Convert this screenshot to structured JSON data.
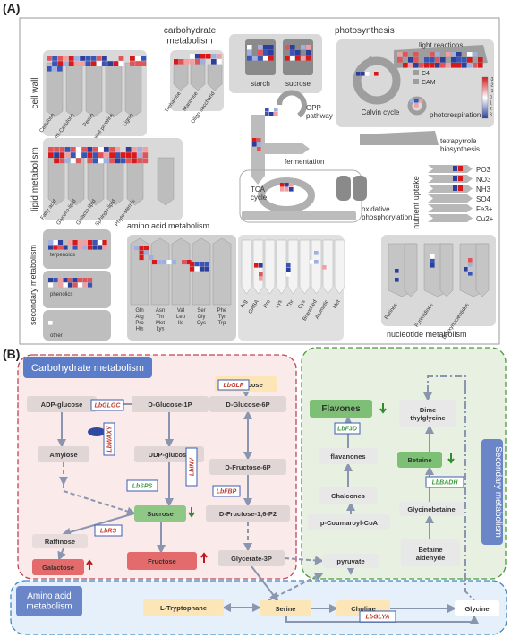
{
  "panelA": {
    "label": "(A)",
    "categories": {
      "carbohydrate": "carbohydrate\nmetabolism",
      "photosynthesis": "photosynthesis",
      "cellwall": "cell wall",
      "lipid": "lipid metabolism",
      "aminoacid": "amino acid metabolism",
      "nutrient": "nutrient uptake",
      "secondary": "secondary metabolism",
      "nucleotide": "nucleotide metabolism"
    },
    "cellwall_items": [
      "Cellulose",
      "Hemi-Cellulose",
      "Pectin",
      "Cell wall proteins",
      "Lignin"
    ],
    "carb_items": [
      "Trehalose",
      "Mannose",
      "Oligo-saccharid"
    ],
    "starch": "starch",
    "sucrose": "sucrose",
    "light_reactions": "light reactions",
    "c4": "C4",
    "cam": "CAM",
    "calvin": "Calvin cycle",
    "photorespiration": "photorespiration",
    "opp": "OPP\npathway",
    "fermentation": "fermentation",
    "tetrapyrrole": "tetrapyrrole\nbiosynthesis",
    "tca": "TCA\ncycle",
    "oxidative": "oxidative\nphosphorylation",
    "lipid_items": [
      "Fatty acid",
      "Glycero-lipid",
      "Galacto-lipid",
      "Sphingo-lipid",
      "Phyto-sterols"
    ],
    "nutrients": [
      "PO3",
      "NO3",
      "NH3",
      "SO4",
      "Fe3+",
      "Cu2+"
    ],
    "secondary_items": [
      "terpenoids",
      "phenolics",
      "other"
    ],
    "aa_groups": [
      "Gln\nArg\nPro\nHis",
      "Asn\nThr\nMet\nLys",
      "Val\nLeu\nIle",
      "Ser\nGly\nCys",
      "Phe\nTyr\nTrp"
    ],
    "aa_degradation": [
      "Arg",
      "GABA",
      "Pro",
      "Lys",
      "Thr",
      "Cys",
      "Branched",
      "Aromatic",
      "Met"
    ],
    "nucleotide_items": [
      "Purines",
      "Pyrimidines",
      "Deoxynucleotides"
    ],
    "legend_ticks": [
      "-3",
      "-2",
      "-1",
      "0",
      "1",
      "2",
      "3"
    ],
    "colors": {
      "red": "#d7191c",
      "blue": "#2c3f9c",
      "panel": "#d9d9d9",
      "block": "#c9c9c9"
    }
  },
  "panelB": {
    "label": "(B)",
    "sections": {
      "carb": "Carbohydrate metabolism",
      "secondary": "Secondary metabolism",
      "amino": "Amino acid\nmetabolism"
    },
    "nodes": {
      "dglucose": "D-Glucose",
      "adpglucose": "ADP-glucose",
      "dglucose1p": "D-Glucose-1P",
      "dglucose6p": "D-Glucose-6P",
      "amylose": "Amylose",
      "udpglucose": "UDP-glucose",
      "dfructose6p": "D-Fructose-6P",
      "sucrose": "Sucrose",
      "dfructose16p2": "D-Fructose-1,6-P2",
      "raffinose": "Raffinose",
      "galactose": "Galactose",
      "fructose": "Fructose",
      "glycerate3p": "Glycerate-3P",
      "pyruvate": "pyruvate",
      "flavones": "Flavones",
      "flavanones": "flavanones",
      "chalcones": "Chalcones",
      "pcoumaroyl": "p-Coumaroyl-CoA",
      "dimethylglycine": "Dime\nthylglycine",
      "betaine": "Betaine",
      "glycinebetaine": "Glycinebetaine",
      "betainealdehyde": "Betaine\naldehyde",
      "ltryptophan": "L-Tryptophane",
      "serine": "Serine",
      "choline": "Choline",
      "glycine": "Glycine"
    },
    "genes": {
      "lbglp": "LbGLP",
      "lbglgc": "LbGLGC",
      "lbwaxy": "LbWAXY",
      "lbinv": "LbINV",
      "lbsps": "LbSPS",
      "lbfbp": "LbFBP",
      "lbrs": "LbRS",
      "lbf3d": "LbF3D",
      "lbbadh": "LbBADH",
      "lbglya": "LbGLYA"
    }
  }
}
